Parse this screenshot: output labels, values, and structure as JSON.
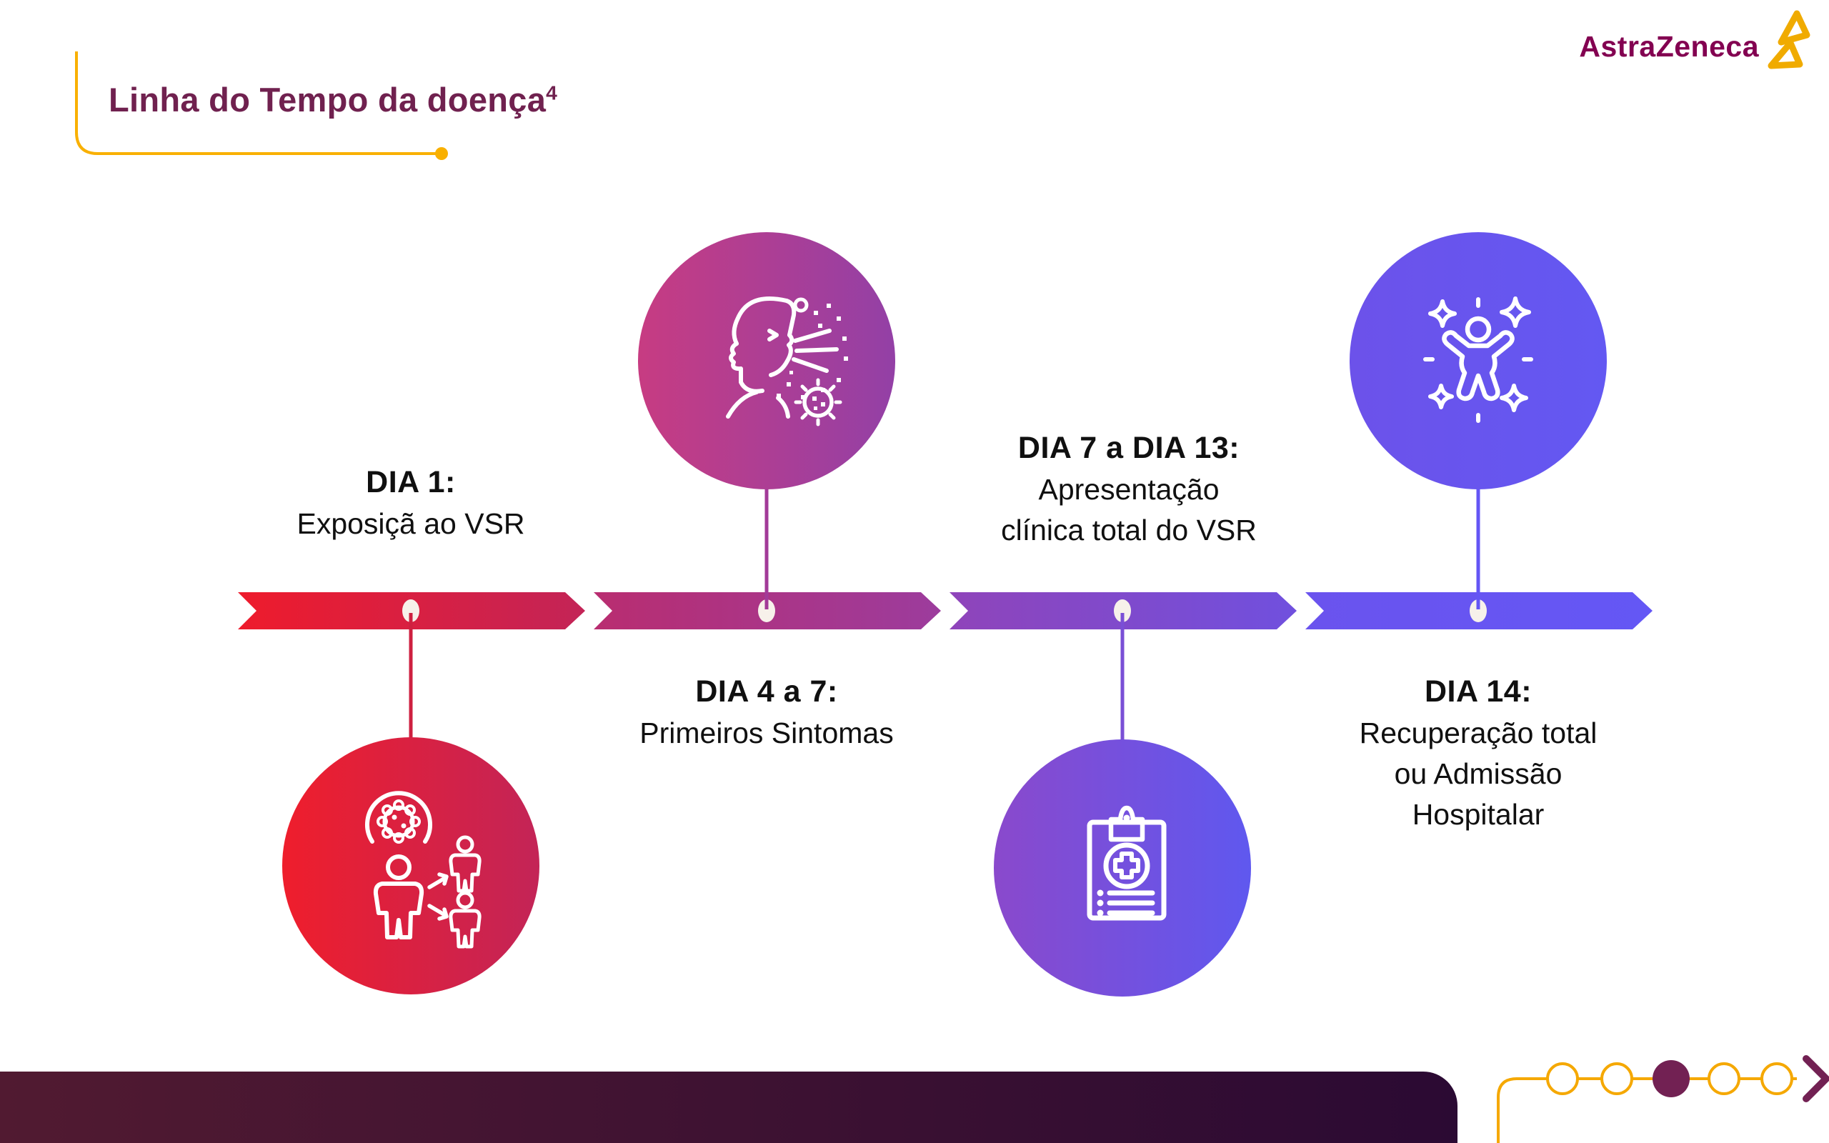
{
  "header": {
    "title": "Linha do Tempo da doença",
    "title_ref": "4"
  },
  "logo": {
    "name": "AstraZeneca"
  },
  "timeline": {
    "items": [
      {
        "day": "DIA 1:",
        "desc_lines": [
          "Exposiçã ao VSR"
        ],
        "icon": "virus-transmission-icon",
        "position": "below"
      },
      {
        "day": "DIA 4 a 7:",
        "desc_lines": [
          "Primeiros Sintomas"
        ],
        "icon": "coughing-person-icon",
        "position": "above"
      },
      {
        "day": "DIA 7 a DIA 13:",
        "desc_lines": [
          "Apresentação",
          "clínica total do VSR"
        ],
        "icon": "medical-report-icon",
        "position": "below"
      },
      {
        "day": "DIA 14:",
        "desc_lines": [
          "Recuperação total",
          "ou Admissão",
          "Hospitalar"
        ],
        "icon": "recovery-sparkles-icon",
        "position": "above"
      }
    ]
  },
  "pagination": {
    "total_dots": 5,
    "active_dot": 3
  },
  "colors": {
    "title": "#70214F",
    "logo_text": "#830051",
    "logo_gold": "#F0AB00",
    "accent_yellow": "#F9B000",
    "timeline_start": "#EE1B2C",
    "timeline_end": "#6457F5",
    "timeline_dot": "#F7F1EA",
    "label_text": "#101010",
    "footer_left": "#511A31",
    "footer_right": "#2B0A33",
    "pagination_active": "#722153",
    "circle1_gradient": [
      "#EF1E2C",
      "#C32457"
    ],
    "circle2_gradient": [
      "#C73C82",
      "#9340A6"
    ],
    "circle3_gradient": [
      "#8A49CC",
      "#5F58EF"
    ],
    "circle4_gradient": [
      "#6C52EA",
      "#6358F2"
    ]
  }
}
